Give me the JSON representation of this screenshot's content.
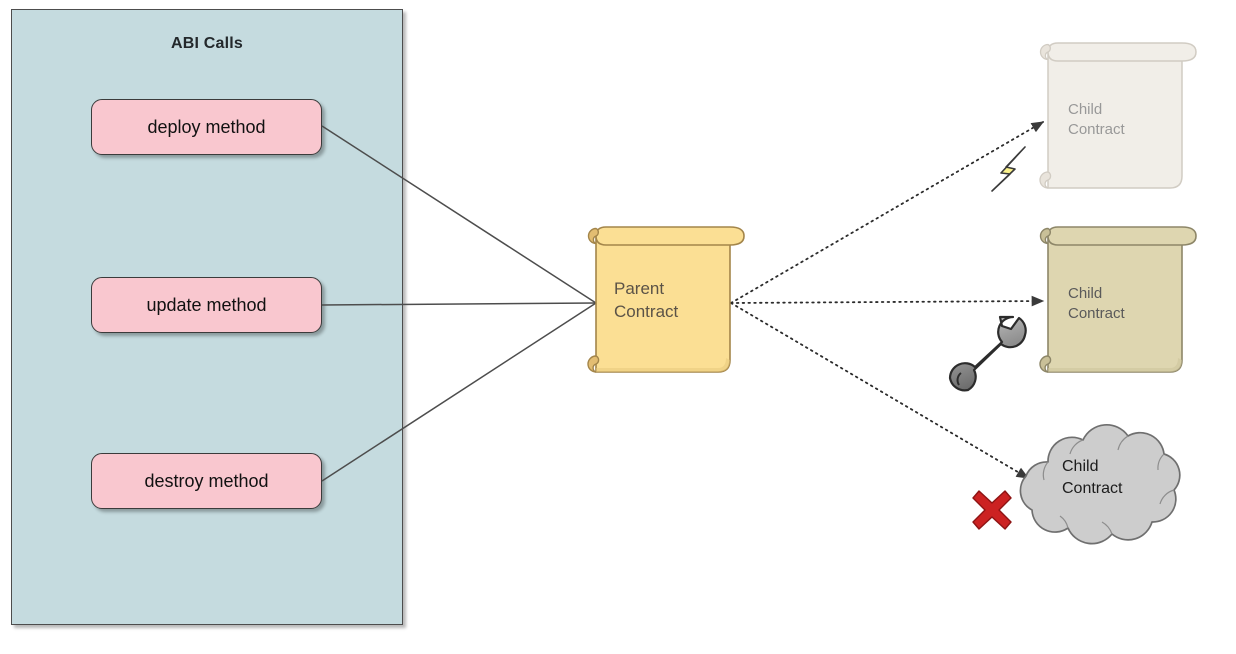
{
  "diagram": {
    "title": "ABI Calls smart-contract lifecycle diagram",
    "colors": {
      "group_fill": "#c5dbdf",
      "group_stroke": "#4d4d4d",
      "method_fill": "#f9c7cf",
      "method_stroke": "#3b3b3b",
      "parent_fill": "#fbdf94",
      "parent_stroke": "#a3854a",
      "child1_fill": "#eae5db",
      "child2_fill": "#ded6b0",
      "cloud_fill": "#cdcdcd",
      "bolt_fill": "#fbf28c",
      "wrench_fill": "#9a9a9a",
      "cross_fill": "#cc2222",
      "connector_solid": "#4d4d4d",
      "connector_dotted": "#2b2b2b"
    }
  },
  "group": {
    "name": "abi-calls-group",
    "title": "ABI Calls"
  },
  "methods": [
    {
      "id": "deploy",
      "label": "deploy method"
    },
    {
      "id": "update",
      "label": "update method"
    },
    {
      "id": "destroy",
      "label": "destroy method"
    }
  ],
  "parent": {
    "label": "Parent\nContract",
    "shape": "scroll"
  },
  "children": [
    {
      "id": "child-1",
      "label": "Child\nContract",
      "shape": "scroll",
      "state": "being-created",
      "icon": "lightning-bolt-icon"
    },
    {
      "id": "child-2",
      "label": "Child\nContract",
      "shape": "scroll",
      "state": "being-updated",
      "icon": "wrench-icon"
    },
    {
      "id": "child-3",
      "label": "Child\nContract",
      "shape": "cloud",
      "state": "being-destroyed",
      "icon": "red-cross-icon"
    }
  ],
  "connectors": [
    {
      "from": "deploy method",
      "to": "Parent Contract",
      "style": "solid"
    },
    {
      "from": "update method",
      "to": "Parent Contract",
      "style": "solid"
    },
    {
      "from": "destroy method",
      "to": "Parent Contract",
      "style": "solid"
    },
    {
      "from": "Parent Contract",
      "to": "Child Contract (created)",
      "style": "dotted-arrow"
    },
    {
      "from": "Parent Contract",
      "to": "Child Contract (updated)",
      "style": "dotted-arrow"
    },
    {
      "from": "Parent Contract",
      "to": "Child Contract (destroyed)",
      "style": "dotted-arrow"
    }
  ]
}
